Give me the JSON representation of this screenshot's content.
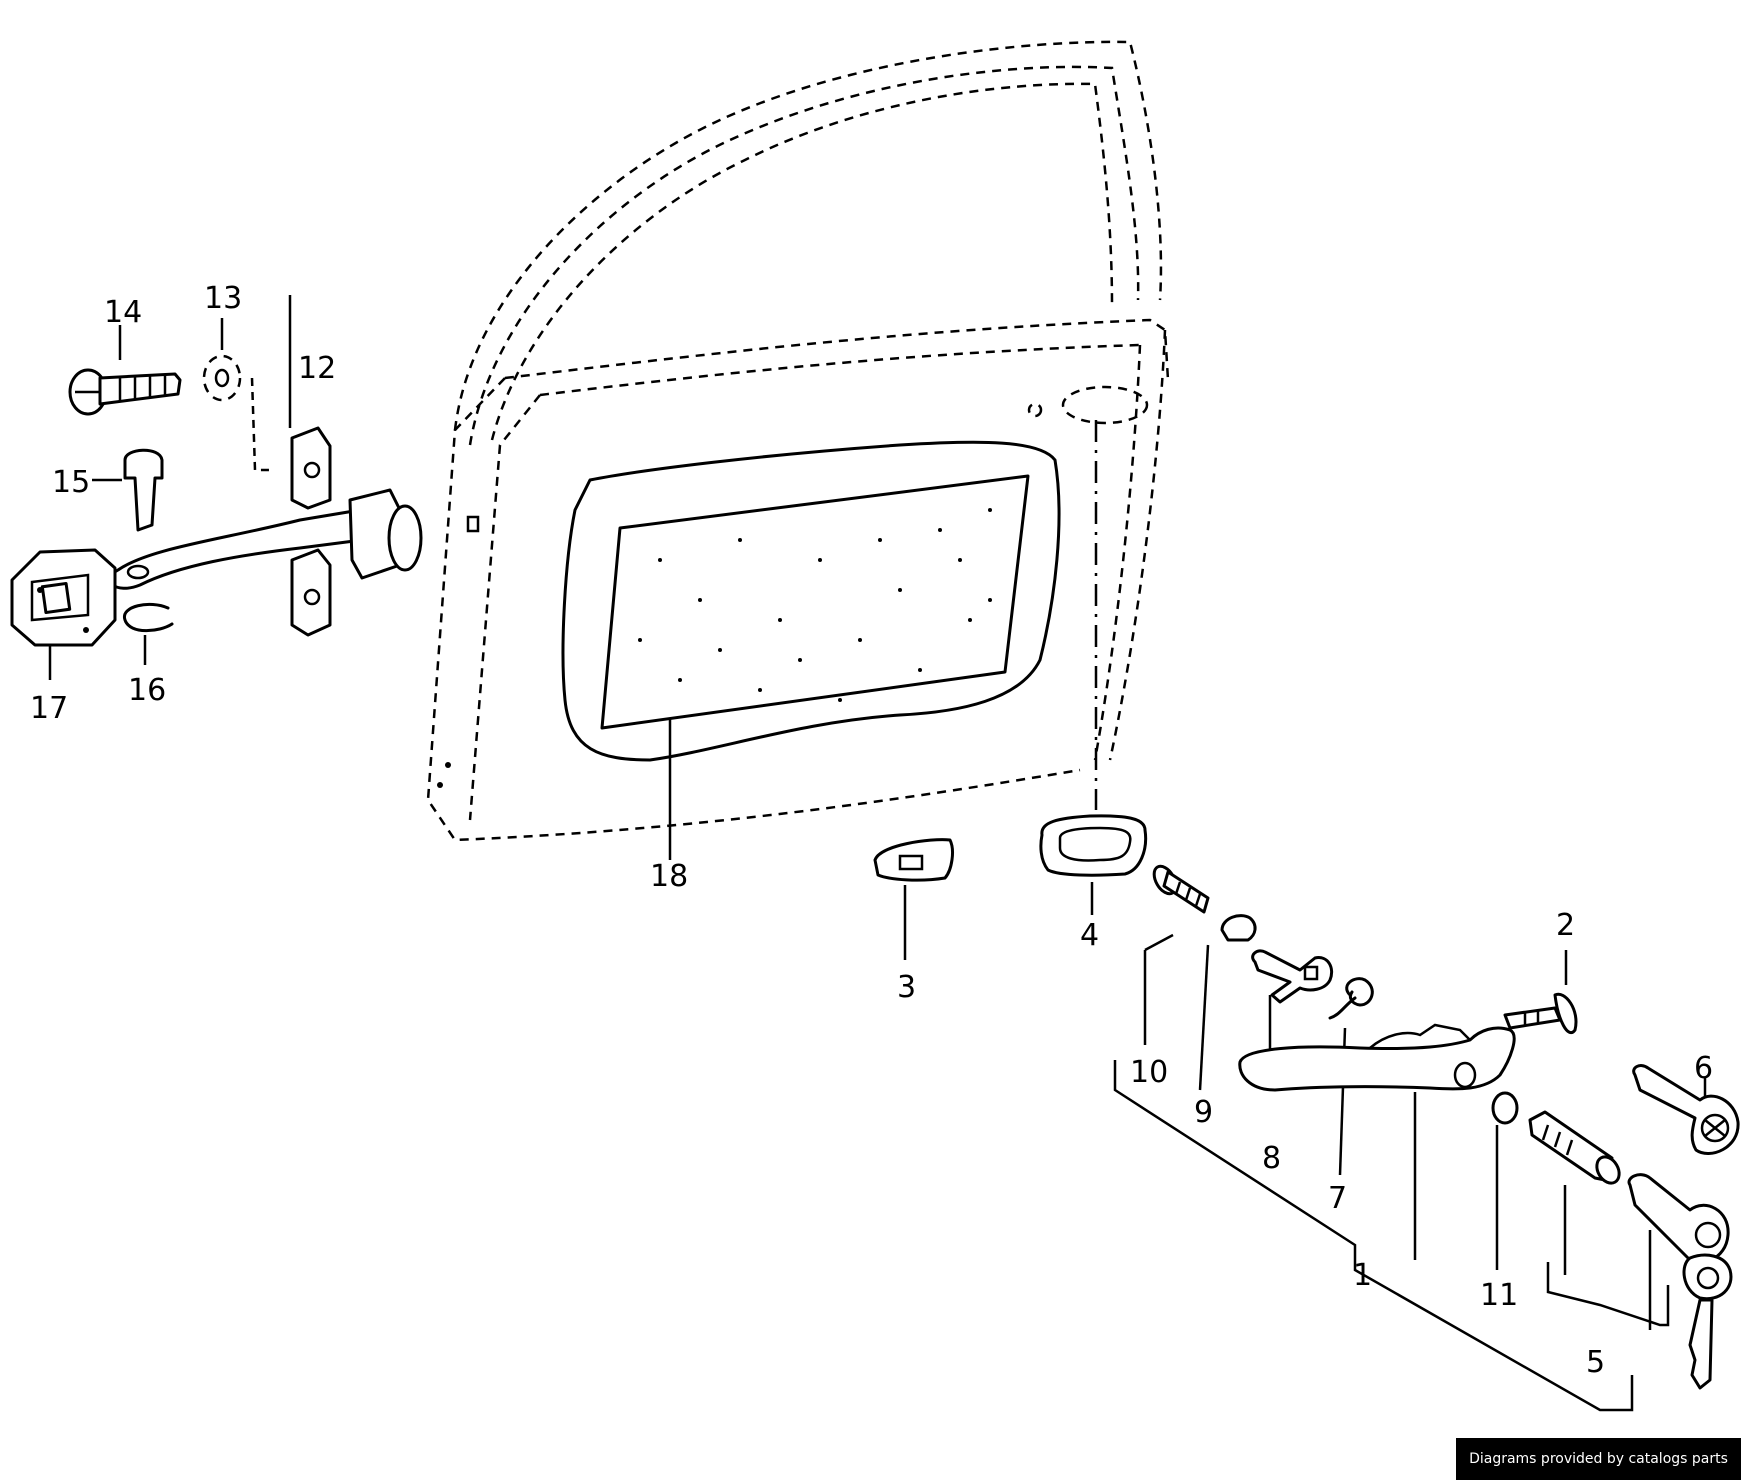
{
  "part_labels": {
    "p1": "1",
    "p2": "2",
    "p3": "3",
    "p4": "4",
    "p5": "5",
    "p6": "6",
    "p7": "7",
    "p8": "8",
    "p9": "9",
    "p10": "10",
    "p11": "11",
    "p12": "12",
    "p13": "13",
    "p14": "14",
    "p15": "15",
    "p16": "16",
    "p17": "17",
    "p18": "18"
  },
  "footer": {
    "credit": "Diagrams provided by catalogs parts"
  }
}
